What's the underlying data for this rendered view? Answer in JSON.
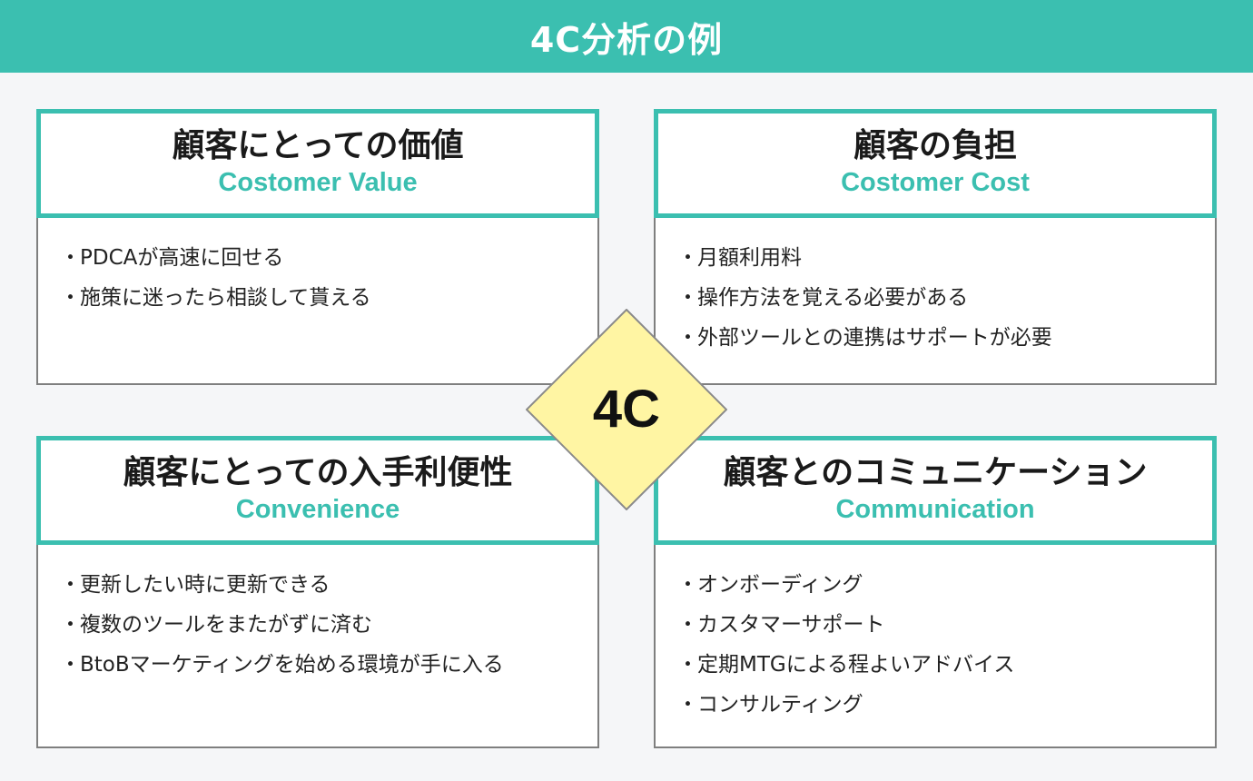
{
  "header": {
    "title": "4C分析の例"
  },
  "center": {
    "label": "4C",
    "fill_color": "#fff5a3"
  },
  "colors": {
    "accent": "#3bbfb0",
    "border": "#7f7f7f",
    "background": "#f5f6f8"
  },
  "quadrants": {
    "value": {
      "title_jp": "顧客にとっての価値",
      "title_en": "Costomer Value",
      "items": [
        "PDCAが高速に回せる",
        "施策に迷ったら相談して貰える"
      ]
    },
    "cost": {
      "title_jp": "顧客の負担",
      "title_en": "Costomer Cost",
      "items": [
        "月額利用料",
        "操作方法を覚える必要がある",
        "外部ツールとの連携はサポートが必要"
      ]
    },
    "convenience": {
      "title_jp": "顧客にとっての入手利便性",
      "title_en": "Convenience",
      "items": [
        "更新したい時に更新できる",
        "複数のツールをまたがずに済む",
        "BtoBマーケティングを始める環境が手に入る"
      ]
    },
    "communication": {
      "title_jp": "顧客とのコミュニケーション",
      "title_en": "Communication",
      "items": [
        "オンボーディング",
        "カスタマーサポート",
        "定期MTGによる程よいアドバイス",
        "コンサルティング"
      ]
    }
  }
}
